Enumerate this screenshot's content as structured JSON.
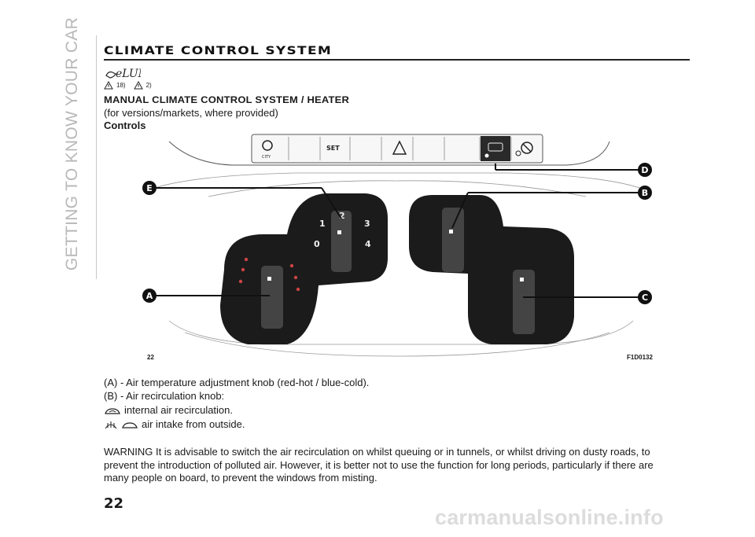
{
  "sidebar": {
    "chapter": "GETTING TO KNOW YOUR CAR"
  },
  "section": {
    "title": "CLIMATE CONTROL SYSTEM",
    "logo_label": "eLUM"
  },
  "warnings": [
    {
      "icon": "warning-triangle-icon",
      "ref": "18)"
    },
    {
      "icon": "warning-triangle-icon",
      "ref": "2)"
    }
  ],
  "heading": "MANUAL CLIMATE CONTROL SYSTEM / HEATER",
  "subline": "(for versions/markets, where provided)",
  "subhead": "Controls",
  "figure": {
    "page_ref": "22",
    "code": "F1D0132",
    "callouts": [
      "A",
      "B",
      "C",
      "D",
      "E"
    ],
    "switch_labels": [
      "CITY",
      "SET"
    ],
    "fan_speeds": [
      "0",
      "1",
      "2",
      "3",
      "4"
    ]
  },
  "items": {
    "a": "(A) - Air temperature adjustment knob (red-hot / blue-cold).",
    "b": "(B) - Air recirculation knob:",
    "b1": "internal air recirculation.",
    "b2": "air intake from outside."
  },
  "warning_paragraph": "WARNING It is advisable to switch the air recirculation on whilst queuing or in tunnels, or whilst driving on dusty roads, to prevent the introduction of polluted air. However, it is better not to use the function for long periods, particularly if there are many people on board, to prevent the windows from misting.",
  "page_number": "22",
  "watermark": "carmanualsonline.info",
  "colors": {
    "knob_dark": "#1b1b1b",
    "callout_fill": "#111111",
    "rule": "#222222"
  }
}
